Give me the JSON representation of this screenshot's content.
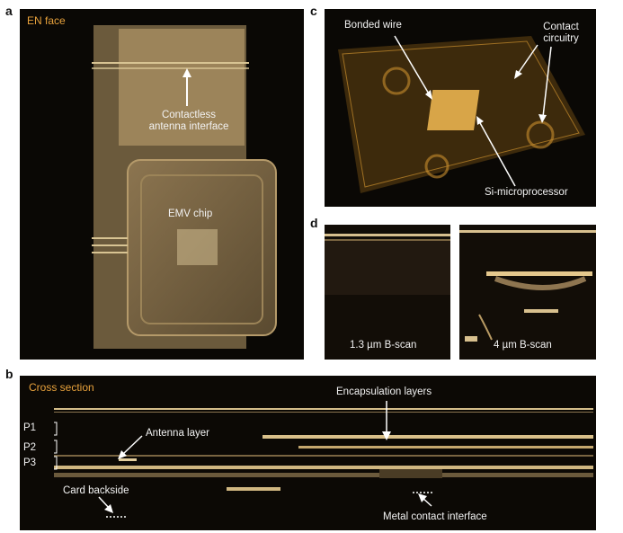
{
  "panels": {
    "a": {
      "letter": "a",
      "title": "EN face",
      "labels": {
        "antenna": "Contactless\nantenna interface",
        "chip": "EMV chip"
      }
    },
    "b": {
      "letter": "b",
      "title": "Cross section",
      "labels": {
        "encapsulation": "Encapsulation layers",
        "antenna_layer": "Antenna layer",
        "p1": "P1",
        "p2": "P2",
        "p3": "P3",
        "backside": "Card backside",
        "metal": "Metal contact interface"
      }
    },
    "c": {
      "letter": "c",
      "labels": {
        "bonded": "Bonded wire",
        "contact": "Contact\ncircuitry",
        "si": "Si-microprocessor"
      }
    },
    "d": {
      "letter": "d",
      "labels": {
        "scan1": "1.3 µm B-scan",
        "scan2": "4 µm B-scan"
      }
    }
  },
  "colors": {
    "accent": "#e8a23c",
    "label": "#f2f2f2",
    "panel_bg": "#0a0805",
    "sepia": "#b89a63"
  }
}
